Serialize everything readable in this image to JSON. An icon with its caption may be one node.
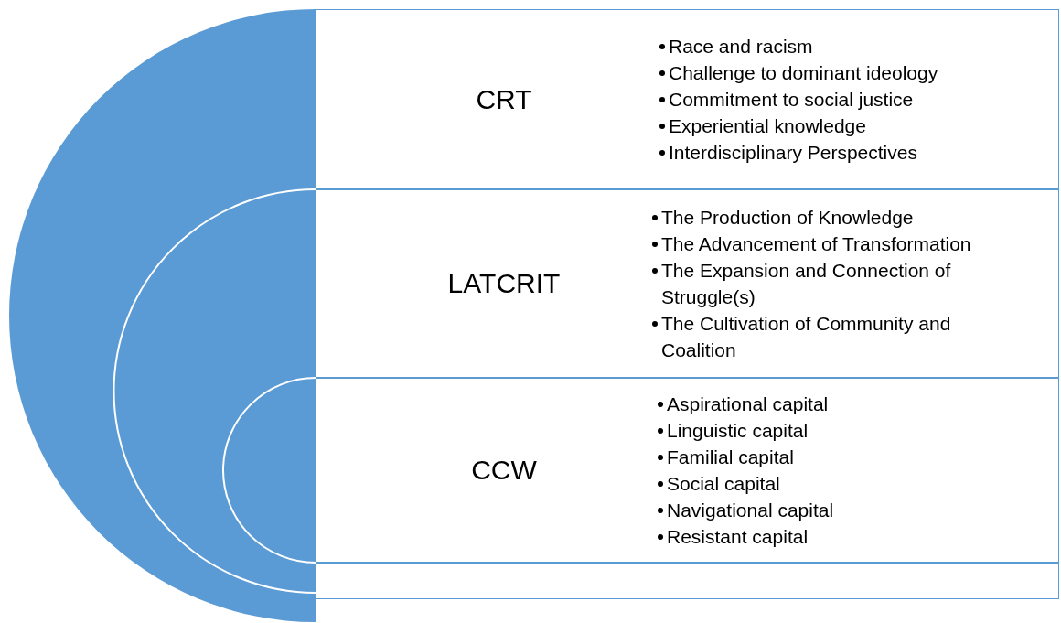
{
  "diagram": {
    "nodes": [
      {
        "text": [
          "CRT",
          "Race and racism",
          "Challenge to dominant ideology",
          "Commitment to social justice",
          "Experiential knowledge",
          "Interdisciplinary Perspectives"
        ]
      },
      {
        "text": [
          "LATCRIT",
          "The Production of Knowledge",
          "The Advancement of Transformation",
          "The Expansion and Connection of Struggle(s)",
          "The Cultivation of Community and Coalition"
        ]
      },
      {
        "text": [
          "CCW",
          "Aspirational capital",
          "Linguistic capital",
          "Familial capital",
          "Social capital",
          "Navigational capital",
          "Resistant capital"
        ]
      },
      {
        "text": [],
        "shape": "box"
      }
    ]
  }
}
